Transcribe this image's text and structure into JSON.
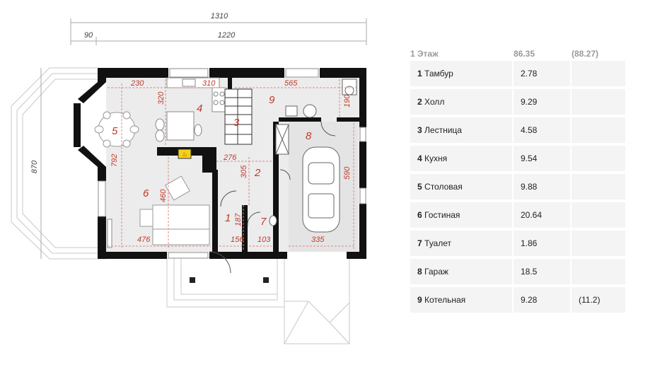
{
  "plan": {
    "dims": {
      "total_width": "1310",
      "left_offset": "90",
      "main_width": "1220",
      "height": "870",
      "d230": "230",
      "d310": "310",
      "d565": "565",
      "d320": "320",
      "d190": "190",
      "d792": "792",
      "d276": "276",
      "d305": "305",
      "d460": "460",
      "d590": "590",
      "d187": "187",
      "d476": "476",
      "d156": "156",
      "d103": "103",
      "d335": "335"
    },
    "rooms": {
      "r1": "1",
      "r2": "2",
      "r3": "3",
      "r4": "4",
      "r5": "5",
      "r6": "6",
      "r7": "7",
      "r8": "8",
      "r9": "9"
    }
  },
  "table": {
    "header": {
      "floor": "1 Этаж",
      "area": "86.35",
      "total": "(88.27)"
    },
    "rows": [
      {
        "num": "1",
        "name": "Тамбур",
        "area": "2.78",
        "extra": ""
      },
      {
        "num": "2",
        "name": "Холл",
        "area": "9.29",
        "extra": ""
      },
      {
        "num": "3",
        "name": "Лестница",
        "area": "4.58",
        "extra": ""
      },
      {
        "num": "4",
        "name": "Кухня",
        "area": "9.54",
        "extra": ""
      },
      {
        "num": "5",
        "name": "Столовая",
        "area": "9.88",
        "extra": ""
      },
      {
        "num": "6",
        "name": "Гостиная",
        "area": "20.64",
        "extra": ""
      },
      {
        "num": "7",
        "name": "Туалет",
        "area": "1.86",
        "extra": ""
      },
      {
        "num": "8",
        "name": "Гараж",
        "area": "18.5",
        "extra": ""
      },
      {
        "num": "9",
        "name": "Котельная",
        "area": "9.28",
        "extra": "(11.2)"
      }
    ]
  }
}
